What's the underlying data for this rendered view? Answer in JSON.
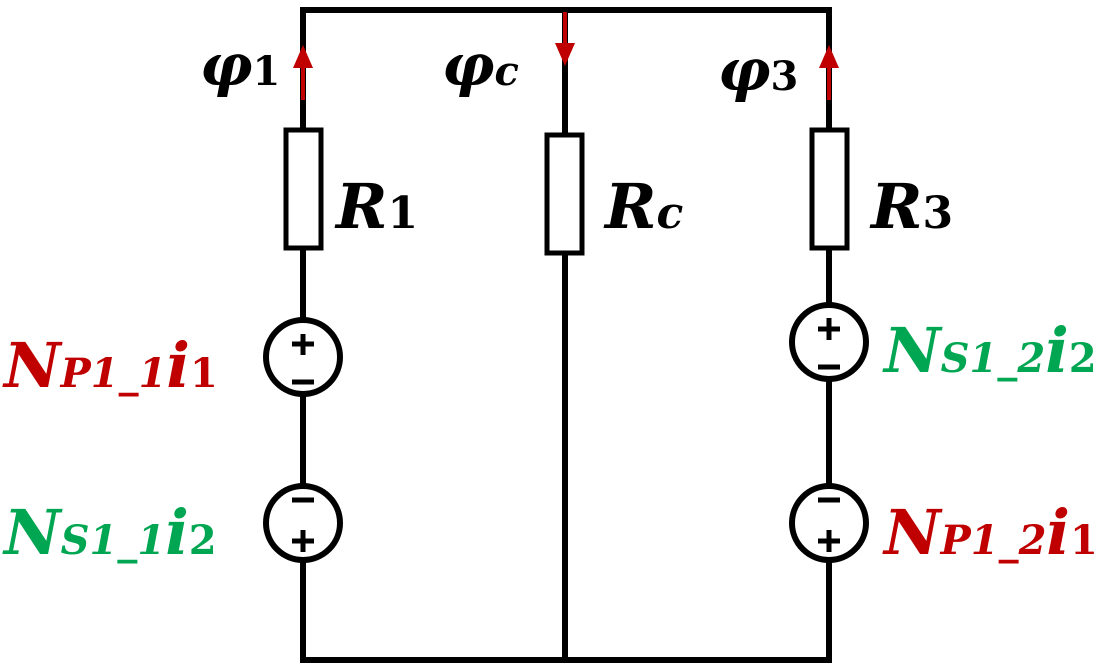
{
  "colors": {
    "wire": "#000000",
    "flux_arrow": "#c00000",
    "primary_source_label": "#c00000",
    "secondary_source_label": "#00a651"
  },
  "flux": {
    "phi1": {
      "sym": "φ",
      "sub": "1",
      "direction": "up"
    },
    "phic": {
      "sym": "φ",
      "sub": "c",
      "direction": "down"
    },
    "phi3": {
      "sym": "φ",
      "sub": "3",
      "direction": "up"
    }
  },
  "resistors": {
    "r1": {
      "sym": "R",
      "sub": "1"
    },
    "rc": {
      "sym": "R",
      "sub": "c"
    },
    "r3": {
      "sym": "R",
      "sub": "3"
    }
  },
  "sources": {
    "left_top": {
      "N": "N",
      "sub": "P1_1",
      "i": "i",
      "isub": "1",
      "polarity_top": "+",
      "polarity_bottom": "−"
    },
    "left_bottom": {
      "N": "N",
      "sub": "S1_1",
      "i": "i",
      "isub": "2",
      "polarity_top": "−",
      "polarity_bottom": "+"
    },
    "right_top": {
      "N": "N",
      "sub": "S1_2",
      "i": "i",
      "isub": "2",
      "polarity_top": "+",
      "polarity_bottom": "−"
    },
    "right_bottom": {
      "N": "N",
      "sub": "P1_2",
      "i": "i",
      "isub": "1",
      "polarity_top": "−",
      "polarity_bottom": "+"
    }
  }
}
